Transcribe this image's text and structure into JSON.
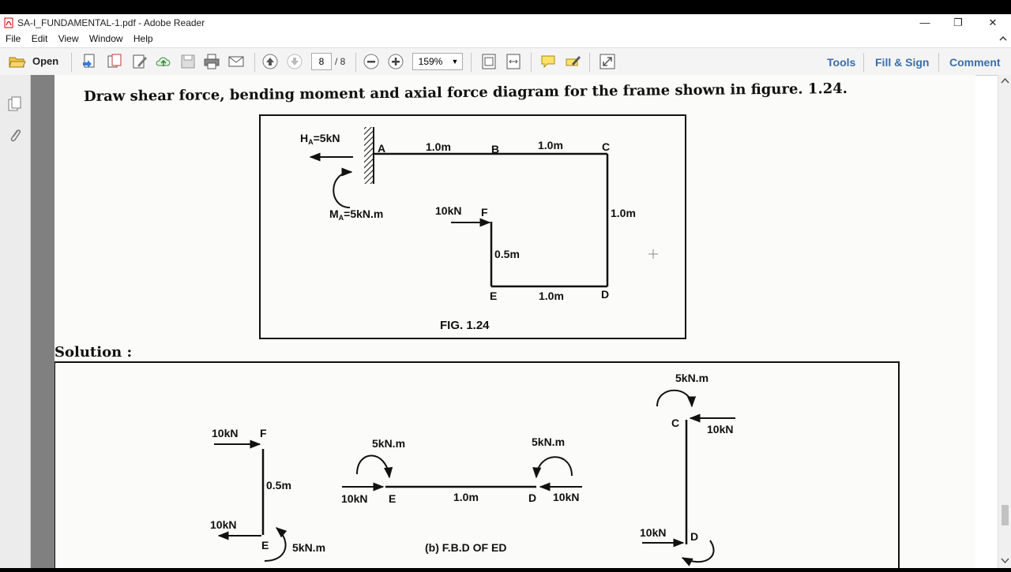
{
  "window": {
    "title": "SA-I_FUNDAMENTAL-1.pdf - Adobe Reader",
    "controls": {
      "minimize": "—",
      "restore": "❐",
      "close": "✕"
    }
  },
  "menu": [
    "File",
    "Edit",
    "View",
    "Window",
    "Help"
  ],
  "toolbar": {
    "open_label": "Open",
    "page_current": "8",
    "page_total": "/ 8",
    "zoom": "159%",
    "tools_label": "Tools",
    "fill_sign_label": "Fill & Sign",
    "comment_label": "Comment"
  },
  "document": {
    "heading": "Draw shear force, bending moment and axial force diagram for the frame shown in figure. 1.24.",
    "solution_label": "Solution :",
    "fig124": {
      "ha": "H",
      "ha_sub": "A",
      "ha_val": "=5kN",
      "ma": "M",
      "ma_sub": "A",
      "ma_val": "=5kN.m",
      "label_a": "A",
      "label_b": "B",
      "label_c": "C",
      "label_d": "D",
      "label_e": "E",
      "label_f": "F",
      "ab_len": "1.0m",
      "bc_len": "1.0m",
      "cd_len": "1.0m",
      "ed_len": "1.0m",
      "ef_len": "0.5m",
      "load": "10kN",
      "caption": "FIG. 1.24"
    },
    "fbd_ef": {
      "top_load": "10kN",
      "label_f": "F",
      "len": "0.5m",
      "bottom_load": "10kN",
      "label_e": "E",
      "moment": "5kN.m"
    },
    "fbd_ed": {
      "moment_left": "5kN.m",
      "moment_right": "5kN.m",
      "load_left": "10kN",
      "label_e": "E",
      "len": "1.0m",
      "label_d": "D",
      "load_right": "10kN",
      "caption": "(b) F.B.D OF ED"
    },
    "fbd_cd": {
      "moment": "5kN.m",
      "label_c": "C",
      "load_top": "10kN",
      "load_bottom": "10kN",
      "label_d": "D"
    }
  }
}
